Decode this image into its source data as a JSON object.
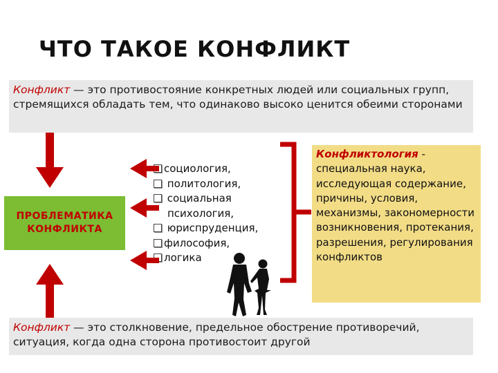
{
  "title": "ЧТО ТАКОЕ КОНФЛИКТ",
  "definition_top": {
    "term": "Конфликт",
    "text": " — это противостояние конкретных людей или социальных групп, стремящихся обладать тем, что одинаково высоко ценится обеими сторонами"
  },
  "definition_bottom": {
    "term": "Конфликт",
    "text": " — это столкновение, предельное обострение противоречий, ситуация, когда одна сторона противостоит другой"
  },
  "problem_box": {
    "line1": "ПРОБЛЕМАТИКА",
    "line2": "КОНФЛИКТА"
  },
  "sciences": [
    "социология,",
    "политология,",
    "социальная",
    "психология,",
    "юриспруденция,",
    "философия,",
    "логика"
  ],
  "conflictology": {
    "term": "Конфликтология",
    "text": " - специальная наука, исследующая содержание, причины, условия, механизмы, закономерности возникновения, протекания, разрешения, регулирования конфликтов"
  },
  "colors": {
    "accent_red": "#c00000",
    "green_box": "#7cbd33",
    "yellow_box": "#f2dc86",
    "gray_box": "#e8e8e8"
  },
  "icons": [
    "arrow-down-icon",
    "arrow-up-icon",
    "arrow-left-icon",
    "bracket-icon",
    "people-silhouette-icon"
  ]
}
